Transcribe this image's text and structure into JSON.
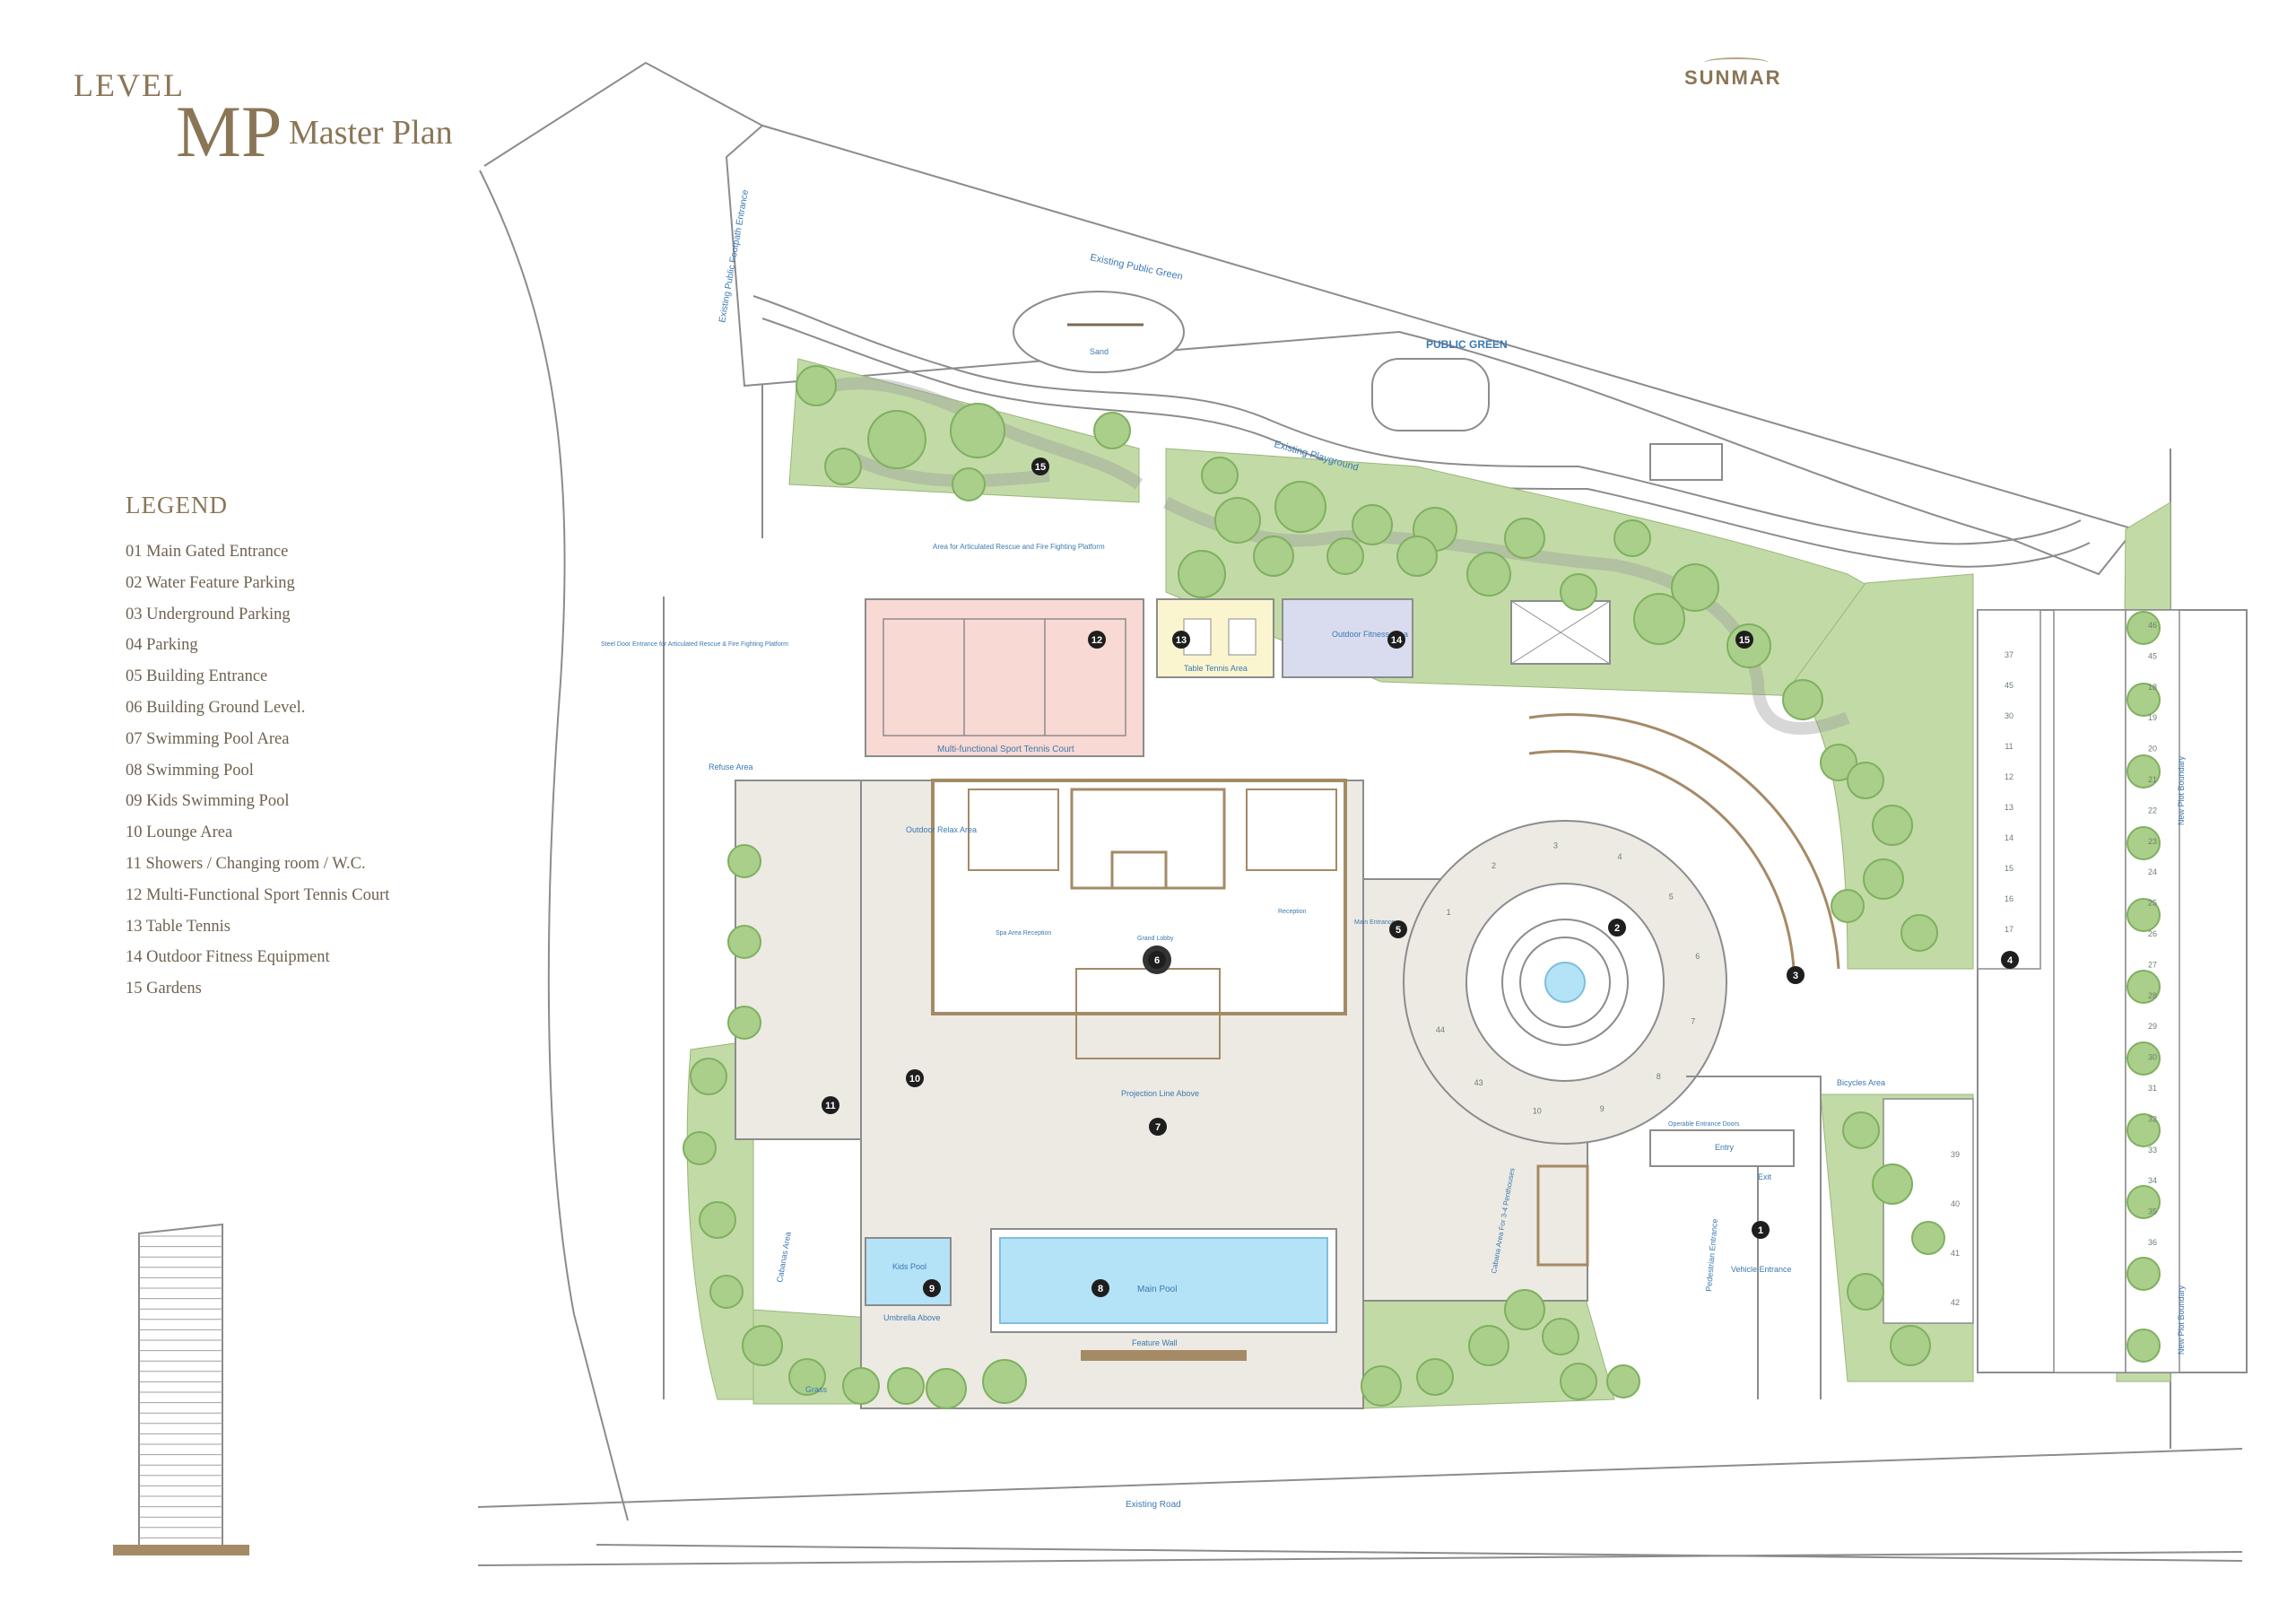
{
  "header": {
    "level_word": "LEVEL",
    "level_code": "MP",
    "level_name": "Master Plan",
    "brand": "SUNMAR"
  },
  "legend": {
    "title": "LEGEND",
    "items": [
      "01 Main Gated Entrance",
      "02 Water Feature Parking",
      "03 Underground Parking",
      "04 Parking",
      "05 Building Entrance",
      "06 Building Ground Level.",
      "07 Swimming Pool Area",
      "08 Swimming Pool",
      "09 Kids Swimming Pool",
      "10 Lounge Area",
      "11 Showers / Changing room / W.C.",
      "12 Multi-Functional Sport Tennis Court",
      "13 Table Tennis",
      "14 Outdoor Fitness Equipment",
      "15 Gardens"
    ]
  },
  "map_labels": {
    "existing_public_green": "Existing Public Green",
    "public_green": "PUBLIC GREEN",
    "existing_playground": "Existing Playground",
    "sand": "Sand",
    "existing_public_footpath": "Existing Public Footpath Entrance",
    "articulated_rescue": "Area for Articulated Rescue and Fire Fighting Platform",
    "steel_door": "Steel Door Entrance for Articulated Rescue & Fire Fighting Platform",
    "refuse_area": "Refuse Area",
    "tennis_court": "Multi-functional Sport Tennis Court",
    "table_tennis": "Table Tennis Area",
    "outdoor_fitness": "Outdoor Fitness Area",
    "outdoor_relax": "Outdoor Relax Area",
    "spa_reception": "Spa Area Reception",
    "grand_lobby": "Grand Lobby",
    "reception": "Reception",
    "main_entrance": "Main Entrance",
    "projection_line": "Projection Line Above",
    "kids_pool": "Kids Pool",
    "umbrella_above": "Umbrella Above",
    "main_pool": "Main Pool",
    "feature_wall": "Feature Wall",
    "cabanas_area": "Cabanas Area",
    "cabana_area": "Cabana Area For 3-4 Penthouses",
    "grass": "Grass",
    "bicycles_area": "Bicycles Area",
    "entry": "Entry",
    "exit": "Exit",
    "operable_entrance_doors": "Operable Entrance Doors",
    "pedestrian_entrance": "Pedestrian Entrance",
    "vehicle_entrance": "Vehicle Entrance",
    "new_plot_boundary": "New Plot Boundary",
    "existing_road": "Existing Road"
  },
  "markers": [
    "1",
    "2",
    "3",
    "4",
    "5",
    "6",
    "7",
    "8",
    "9",
    "10",
    "11",
    "12",
    "13",
    "14",
    "15",
    "15"
  ],
  "parking_left_numbers": [
    "37",
    "45",
    "30",
    "11",
    "12",
    "13",
    "14",
    "15",
    "16",
    "17"
  ],
  "parking_right_numbers": [
    "46",
    "45",
    "18",
    "19",
    "20",
    "21",
    "22",
    "23",
    "24",
    "25",
    "26",
    "27",
    "28",
    "29",
    "30",
    "31",
    "32",
    "33",
    "34",
    "35",
    "36"
  ],
  "parking_lower_numbers": [
    "39",
    "40",
    "41",
    "42"
  ],
  "ring_numbers": [
    "1",
    "2",
    "3",
    "4",
    "5",
    "6",
    "7",
    "8",
    "9",
    "10",
    "43",
    "44"
  ],
  "colors": {
    "green": "#c2dba6",
    "tree": "#a9cf8b",
    "tree_edge": "#7fb05f",
    "water": "#b4e2f7",
    "tennis": "#f8d9d4",
    "table_tennis": "#fbf5cf",
    "fitness": "#d9dcef",
    "paving": "#eceae3",
    "road": "#ffffff",
    "outline": "#8c8c8c",
    "brown": "#a58a66",
    "label_blue": "#3b79b0",
    "gold": "#8a7656"
  }
}
